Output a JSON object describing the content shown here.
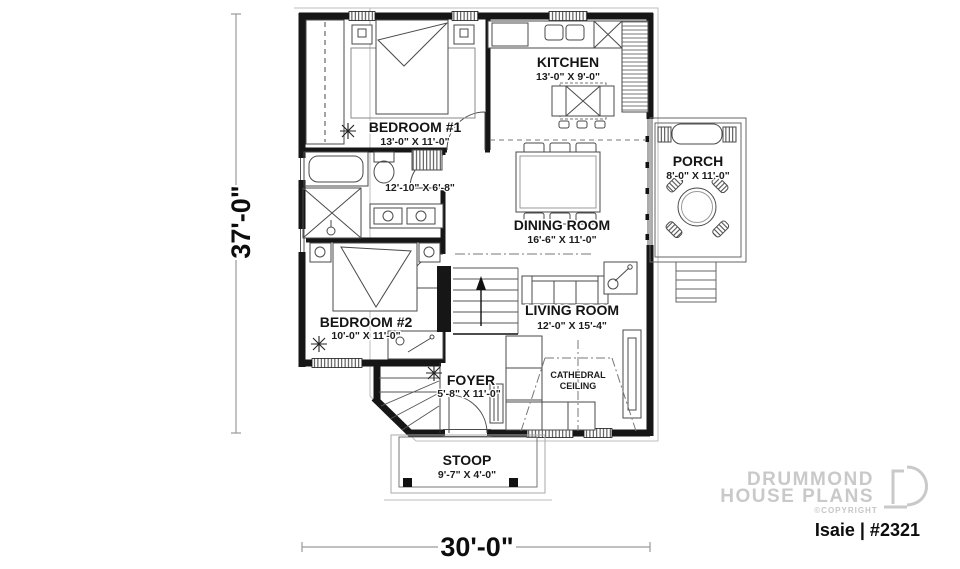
{
  "floor_plan": {
    "rooms": [
      {
        "name": "KITCHEN",
        "dims": "13'-0\" X 9'-0\""
      },
      {
        "name": "BEDROOM #1",
        "dims": "13'-0\" X 11'-0\""
      },
      {
        "name": "DINING ROOM",
        "dims": "16'-6\" X 11'-0\""
      },
      {
        "name": "PORCH",
        "dims": "8'-0\" X 11'-0\""
      },
      {
        "name": "BEDROOM #2",
        "dims": "10'-0\" X 11'-0\""
      },
      {
        "name": "LIVING ROOM",
        "dims": "12'-0\" X 15'-4\""
      },
      {
        "name": "FOYER",
        "dims": "5'-8\" X 11'-0\""
      },
      {
        "name": "STOOP",
        "dims": "9'-7\" X 4'-0\""
      }
    ],
    "bathroom_dims": "12'-10\" X 6'-8\"",
    "ceiling_note_line1": "CATHEDRAL",
    "ceiling_note_line2": "CEILING",
    "overall_width": "30'-0\"",
    "overall_depth": "37'-0\""
  },
  "branding": {
    "brand_line1": "DRUMMOND",
    "brand_line2": "HOUSE PLANS",
    "copyright": "©COPYRIGHT",
    "plan_title": "Isaie | #2321"
  },
  "icons": {
    "plant_icon": "branch-asterisk",
    "stair_direction_icon": "up-arrow",
    "logo_mark_icon": "stylized-d"
  },
  "colors": {
    "wall": "#161616",
    "furniture_line": "#4a4a4a",
    "dimension_line": "#9a9a9a",
    "brand_gray": "#c9c9c9"
  }
}
